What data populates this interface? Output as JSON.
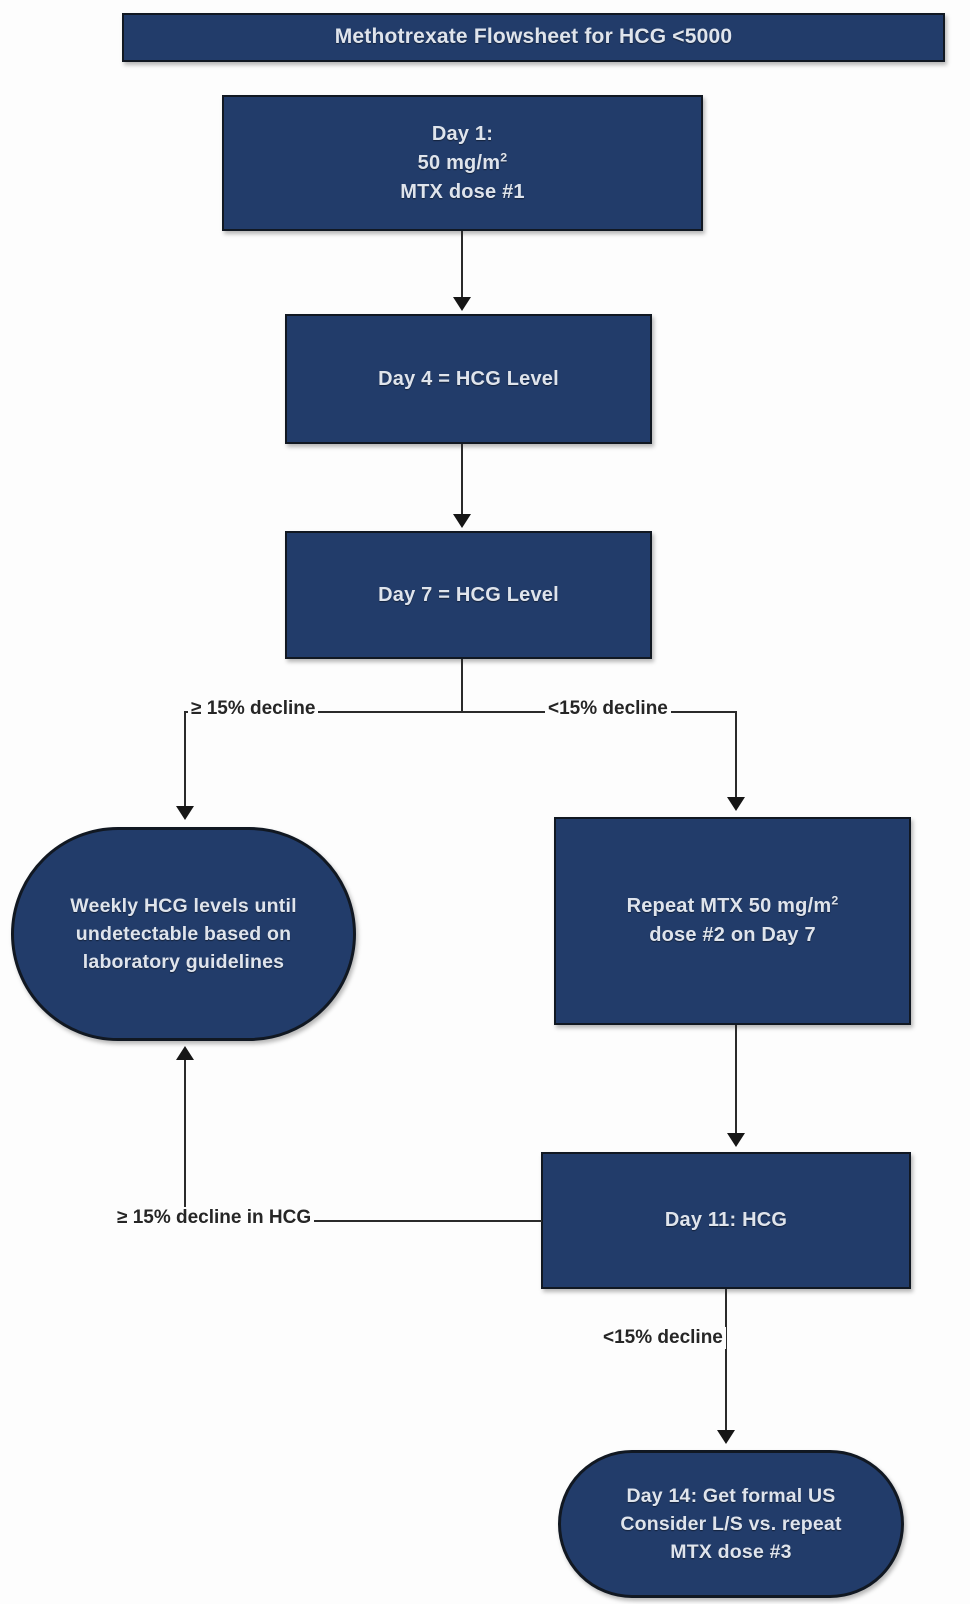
{
  "diagram": {
    "title": "Methotrexate Flowsheet for HCG <5000",
    "palette": {
      "node_fill": "#223C6A",
      "node_border": "#111822",
      "node_text": "#dfe4ec",
      "connector": "#2b2b2b",
      "background": "#fdfdfd"
    },
    "nodes": {
      "title_bar": {
        "label": "Methotrexate Flowsheet for HCG <5000",
        "shape": "rectangle"
      },
      "day1": {
        "shape": "rectangle",
        "line1": "Day 1:",
        "line2_prefix": "50 mg/m",
        "line2_sup": "2",
        "line3": "MTX dose #1"
      },
      "day4": {
        "shape": "rectangle",
        "label": "Day 4 = HCG Level"
      },
      "day7": {
        "shape": "rectangle",
        "label": "Day 7 = HCG Level"
      },
      "weekly": {
        "shape": "stadium",
        "line1": "Weekly HCG levels until",
        "line2": "undetectable based on",
        "line3": "laboratory guidelines"
      },
      "repeat_mtx": {
        "shape": "rectangle",
        "line1_prefix": "Repeat MTX 50 mg/m",
        "line1_sup": "2",
        "line2": "dose #2 on Day 7"
      },
      "day11": {
        "shape": "rectangle",
        "label": "Day 11:  HCG"
      },
      "day14": {
        "shape": "stadium",
        "line1": "Day 14: Get formal US",
        "line2": "Consider L/S vs. repeat",
        "line3": "MTX dose #3"
      }
    },
    "edge_labels": {
      "decline_ge_left": "≥ 15% decline",
      "decline_lt_right": "<15% decline",
      "decline_ge_hcg": "≥ 15% decline in HCG",
      "decline_lt_bottom": "<15% decline"
    }
  }
}
